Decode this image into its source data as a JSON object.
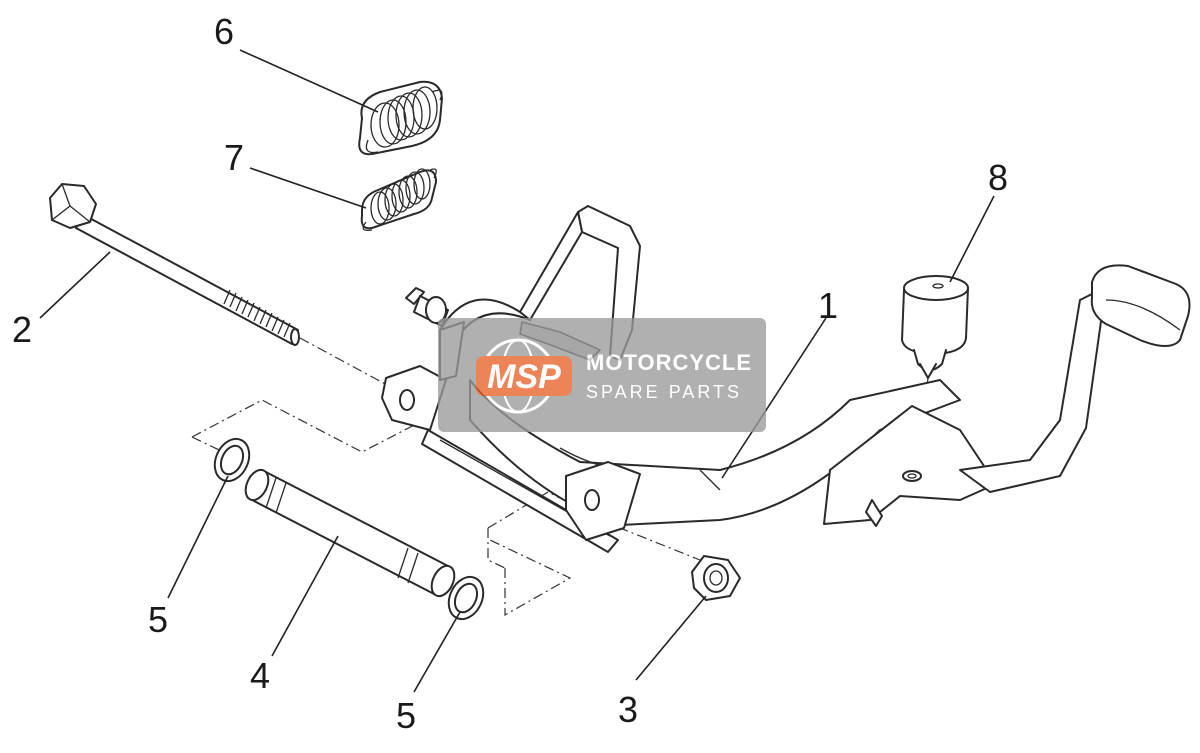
{
  "callouts": {
    "c1": "1",
    "c2": "2",
    "c3": "3",
    "c4": "4",
    "c5a": "5",
    "c5b": "5",
    "c6": "6",
    "c7": "7",
    "c8": "8"
  },
  "watermark": {
    "logo": "MSP",
    "brand": "MOTORCYCLE",
    "sub": "SPARE PARTS"
  },
  "colors": {
    "watermark_bg": "#9a9a9a",
    "watermark_logo": "#e8622a",
    "line": "#2a2a2a"
  }
}
